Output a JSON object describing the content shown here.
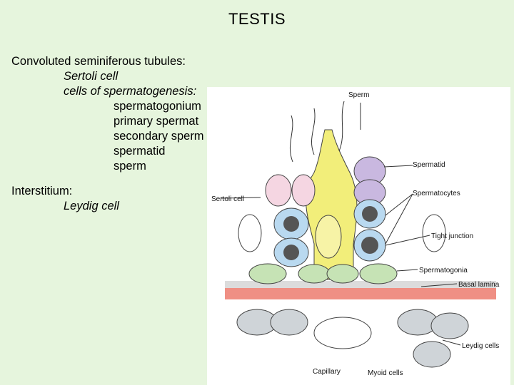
{
  "slide": {
    "title": "TESTIS",
    "outline": {
      "heading1": "Convoluted seminiferous tubules:",
      "sertoli": "Sertoli cell",
      "spermatogenesis": "cells of spermatogenesis:",
      "items": [
        "spermatogonium",
        "primary spermat",
        "secondary sperm",
        "spermatid",
        "sperm"
      ],
      "heading2": "Interstitium:",
      "leydig": "Leydig cell"
    }
  },
  "figure": {
    "labels": {
      "sperm": "Sperm",
      "spermatid": "Spermatid",
      "sertoli_cell": "Sertoli cell",
      "spermatocytes": "Spermatocytes",
      "tight_junction": "Tight junction",
      "spermatogonia": "Spermatogonia",
      "basal_lamina": "Basal lamina",
      "leydig_cells": "Leydig cells",
      "capillary": "Capillary",
      "myoid_cells": "Myoid cells"
    },
    "colors": {
      "sertoli": "#f2ee7a",
      "spermatid": "#c9b8e0",
      "spermatocyte": "#b9d9f0",
      "spermatogonia": "#c6e3b5",
      "pink_cell": "#f5d6e2",
      "lamina": "#ef8f84",
      "leydig": "#cfd4d8"
    }
  }
}
